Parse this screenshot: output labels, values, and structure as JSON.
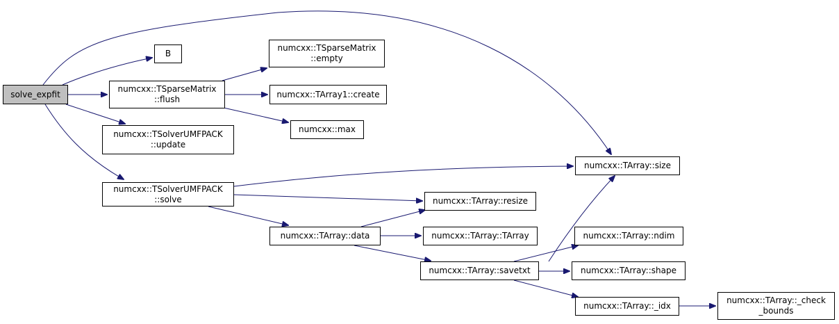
{
  "nodes": {
    "solve_expfit": {
      "lines": [
        "solve_expfit"
      ]
    },
    "B": {
      "lines": [
        "B"
      ]
    },
    "sparse_flush": {
      "lines": [
        "numcxx::TSparseMatrix",
        "::flush"
      ]
    },
    "solver_update": {
      "lines": [
        "numcxx::TSolverUMFPACK",
        "::update"
      ]
    },
    "solver_solve": {
      "lines": [
        "numcxx::TSolverUMFPACK",
        "::solve"
      ]
    },
    "sparse_empty": {
      "lines": [
        "numcxx::TSparseMatrix",
        "::empty"
      ]
    },
    "tarray1_create": {
      "lines": [
        "numcxx::TArray1::create"
      ]
    },
    "numcxx_max": {
      "lines": [
        "numcxx::max"
      ]
    },
    "tarray_size": {
      "lines": [
        "numcxx::TArray::size"
      ]
    },
    "tarray_resize": {
      "lines": [
        "numcxx::TArray::resize"
      ]
    },
    "tarray_data": {
      "lines": [
        "numcxx::TArray::data"
      ]
    },
    "tarray_tarray": {
      "lines": [
        "numcxx::TArray::TArray"
      ]
    },
    "tarray_savetxt": {
      "lines": [
        "numcxx::TArray::savetxt"
      ]
    },
    "tarray_ndim": {
      "lines": [
        "numcxx::TArray::ndim"
      ]
    },
    "tarray_shape": {
      "lines": [
        "numcxx::TArray::shape"
      ]
    },
    "tarray_idx": {
      "lines": [
        "numcxx::TArray::_idx"
      ]
    },
    "tarray_check_bounds": {
      "lines": [
        "numcxx::TArray::_check",
        "_bounds"
      ]
    }
  },
  "edges": [
    [
      "solve_expfit",
      "tarray_size"
    ],
    [
      "solve_expfit",
      "B"
    ],
    [
      "solve_expfit",
      "sparse_flush"
    ],
    [
      "solve_expfit",
      "solver_update"
    ],
    [
      "solve_expfit",
      "solver_solve"
    ],
    [
      "sparse_flush",
      "sparse_empty"
    ],
    [
      "sparse_flush",
      "tarray1_create"
    ],
    [
      "sparse_flush",
      "numcxx_max"
    ],
    [
      "solver_solve",
      "tarray_size"
    ],
    [
      "solver_solve",
      "tarray_resize"
    ],
    [
      "solver_solve",
      "tarray_data"
    ],
    [
      "tarray_data",
      "tarray_resize"
    ],
    [
      "tarray_data",
      "tarray_tarray"
    ],
    [
      "tarray_data",
      "tarray_savetxt"
    ],
    [
      "tarray_savetxt",
      "tarray_size"
    ],
    [
      "tarray_savetxt",
      "tarray_ndim"
    ],
    [
      "tarray_savetxt",
      "tarray_shape"
    ],
    [
      "tarray_savetxt",
      "tarray_idx"
    ],
    [
      "tarray_idx",
      "tarray_check_bounds"
    ]
  ]
}
